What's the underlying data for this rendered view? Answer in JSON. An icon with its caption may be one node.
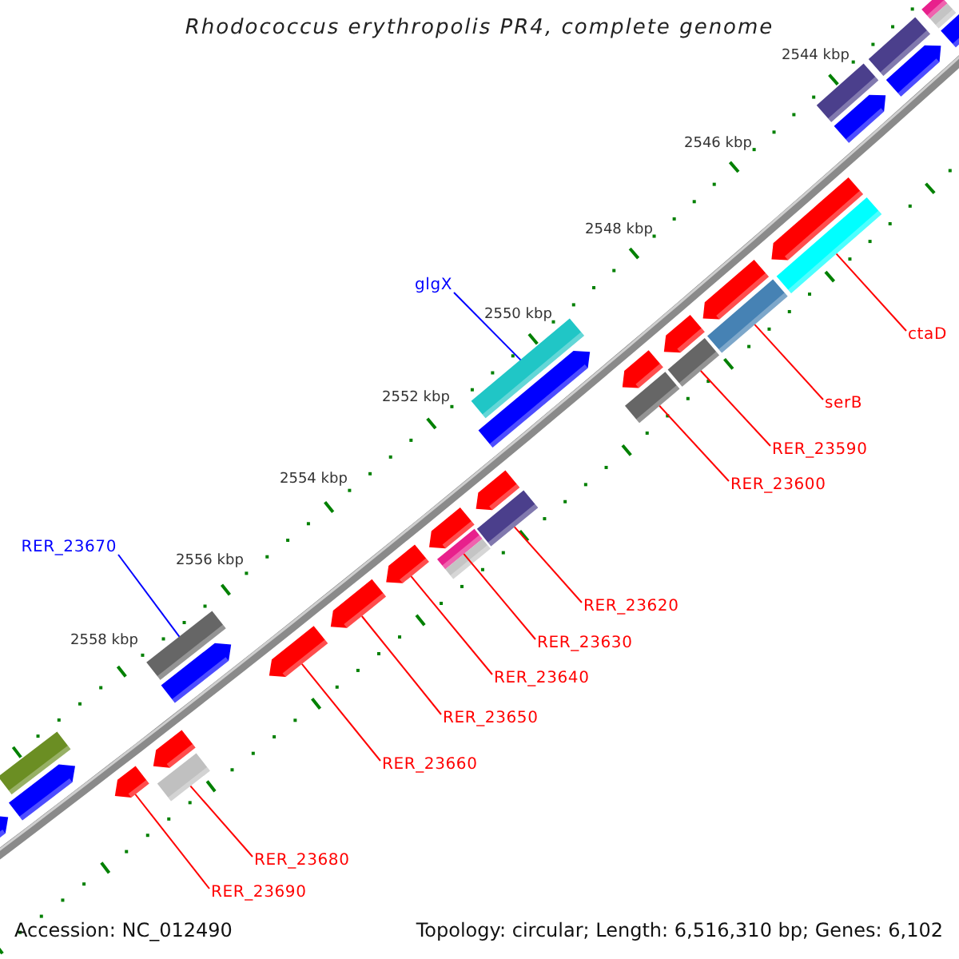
{
  "diagram": {
    "title": "Rhodococcus erythropolis PR4, complete genome",
    "nodes": [
      {
        "text": [
          "glgX"
        ]
      },
      {
        "text": [],
        "shape": "bar"
      },
      {
        "text": [
          "ctaD"
        ]
      },
      {
        "text": [],
        "shape": "bar"
      },
      {
        "text": [
          "serB"
        ]
      },
      {
        "text": [],
        "shape": "bar"
      },
      {
        "text": [
          "RER_23590"
        ]
      },
      {
        "text": [],
        "shape": "bar"
      },
      {
        "text": [
          "RER_23600"
        ]
      },
      {
        "text": [],
        "shape": "bar"
      },
      {
        "text": [
          "RER_23670"
        ]
      },
      {
        "text": [],
        "shape": "bar"
      },
      {
        "text": [
          "RER_23620"
        ]
      },
      {
        "text": [],
        "shape": "bar"
      },
      {
        "text": [
          "RER_23630"
        ]
      },
      {
        "text": [],
        "shape": "bar"
      },
      {
        "text": [
          "RER_23640"
        ]
      },
      {
        "text": [],
        "shape": "bar"
      },
      {
        "text": [
          "RER_23650"
        ]
      },
      {
        "text": [],
        "shape": "bar"
      },
      {
        "text": [
          "RER_23660"
        ]
      },
      {
        "text": [],
        "shape": "bar"
      },
      {
        "text": [
          "RER_23680"
        ]
      },
      {
        "text": [],
        "shape": "bar"
      },
      {
        "text": [
          "RER_23690"
        ]
      },
      {
        "text": [],
        "shape": "bar"
      },
      {
        "text": [],
        "shape": "bar"
      },
      {
        "text": [],
        "shape": "bar"
      },
      {
        "text": [],
        "shape": "bar"
      },
      {
        "text": [],
        "shape": "bar"
      },
      {
        "text": [],
        "shape": "bar"
      },
      {
        "text": [],
        "shape": "bar"
      },
      {
        "text": [],
        "shape": "bar"
      },
      {
        "text": [],
        "shape": "bar"
      },
      {
        "text": [],
        "shape": "bar"
      },
      {
        "text": [],
        "shape": "bar"
      },
      {
        "text": [],
        "shape": "bar"
      },
      {
        "text": [],
        "shape": "bar"
      },
      {
        "text": [],
        "shape": "bar"
      },
      {
        "text": [],
        "shape": "bar"
      },
      {
        "text": [],
        "shape": "bar"
      },
      {
        "text": [],
        "shape": "bar"
      },
      {
        "text": [],
        "shape": "bar"
      },
      {
        "text": [],
        "shape": "bar"
      },
      {
        "text": [],
        "shape": "bar"
      },
      {
        "text": [],
        "shape": "bar"
      }
    ],
    "edges": [
      {
        "from": 0,
        "to": 1,
        "arrow": "none",
        "color": "#0000ff"
      },
      {
        "from": 2,
        "to": 3,
        "arrow": "none"
      },
      {
        "from": 4,
        "to": 5,
        "arrow": "none"
      },
      {
        "from": 6,
        "to": 7,
        "arrow": "none"
      },
      {
        "from": 8,
        "to": 9,
        "arrow": "none"
      },
      {
        "from": 10,
        "to": 11,
        "arrow": "none",
        "color": "#0000ff"
      },
      {
        "from": 12,
        "to": 13,
        "arrow": "none"
      },
      {
        "from": 14,
        "to": 15,
        "arrow": "none"
      },
      {
        "from": 16,
        "to": 17,
        "arrow": "none"
      },
      {
        "from": 18,
        "to": 19,
        "arrow": "none"
      },
      {
        "from": 20,
        "to": 21,
        "arrow": "none"
      },
      {
        "from": 22,
        "to": 23,
        "arrow": "none"
      },
      {
        "from": 24,
        "to": 25,
        "arrow": "none"
      }
    ],
    "labels": [
      "2544 kbp",
      "2546 kbp",
      "2548 kbp",
      "2550 kbp",
      "2552 kbp",
      "2554 kbp",
      "2556 kbp",
      "2558 kbp",
      "Accession: NC_012490",
      "Topology: circular; Length: 6,516,310 bp; Genes: 6,102"
    ]
  }
}
